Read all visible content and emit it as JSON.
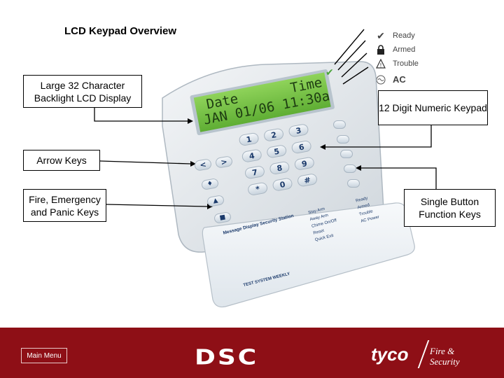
{
  "title": "LCD Keypad Overview",
  "callouts": {
    "lcd": "Large 32 Character Backlight LCD Display",
    "keypad": "12 Digit Numeric Keypad",
    "arrow": "Arrow Keys",
    "fire": "Fire, Emergency and Panic Keys",
    "single": "Single Button Function Keys"
  },
  "legend": {
    "ready": "Ready",
    "armed": "Armed",
    "trouble": "Trouble",
    "ac": "AC"
  },
  "lcd": {
    "line1_left": "Date",
    "line1_right": "Time",
    "line2": "JAN 01/06 11:30a"
  },
  "keys": [
    "1",
    "2",
    "3",
    "4",
    "5",
    "6",
    "7",
    "8",
    "9",
    "*",
    "0",
    "#"
  ],
  "flap": {
    "heading": "Message Display Security Station",
    "func_labels": [
      "Stay Arm",
      "Away Arm",
      "Chime On/Off",
      "Reset",
      "Quick Exit"
    ],
    "status_labels": [
      "Ready",
      "Armed",
      "Trouble",
      "AC Power"
    ],
    "footer_text": "TEST SYSTEM WEEKLY"
  },
  "footer": {
    "menu": "Main Menu",
    "dsc": "DSC",
    "tyco": "tyco",
    "fs_line1": "Fire &",
    "fs_line2": "Security"
  },
  "colors": {
    "footer_bg": "#8e0f16",
    "lcd_bg": "#7cc24a",
    "lcd_text": "#1e3d12"
  }
}
